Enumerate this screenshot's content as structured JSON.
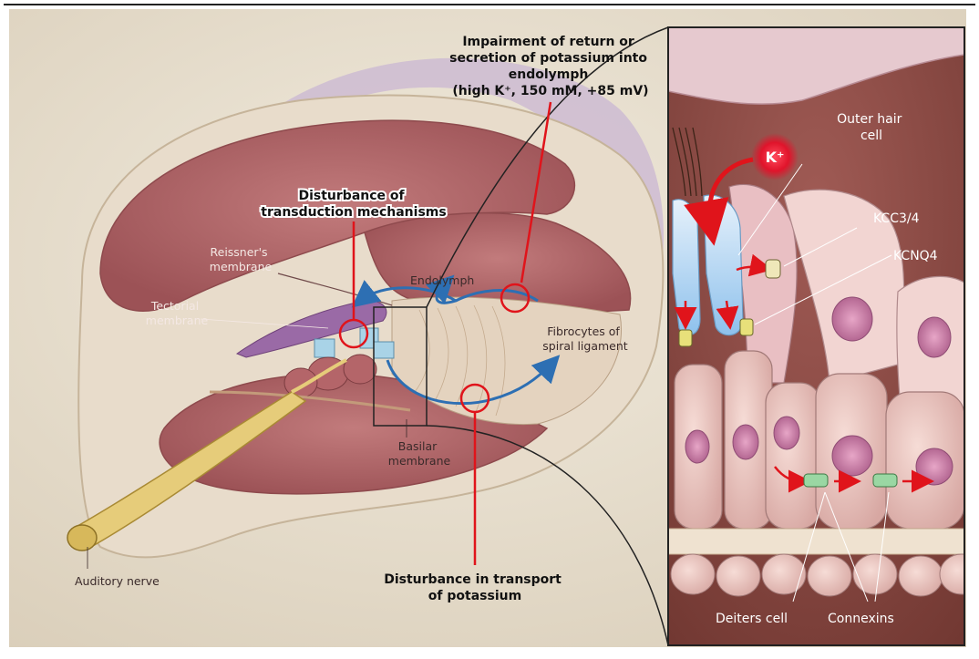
{
  "callouts": {
    "impairment": [
      "Impairment of return or",
      "secretion of potassium into",
      "endolymph",
      "(high K⁺, 150 mM, +85 mV)"
    ],
    "transduction": [
      "Disturbance of",
      "transduction mechanisms"
    ],
    "transport": [
      "Disturbance in transport",
      "of potassium"
    ]
  },
  "labels": {
    "reissner": [
      "Reissner's",
      "membrane"
    ],
    "tectorial": [
      "Tectorial",
      "membrane"
    ],
    "endolymph": "Endolymph",
    "fibrocytes": [
      "Fibrocytes of",
      "spiral ligament"
    ],
    "basilar": [
      "Basilar",
      "membrane"
    ],
    "auditory_nerve": "Auditory nerve"
  },
  "inset": {
    "outer_hair_cell": [
      "Outer hair",
      "cell"
    ],
    "k_ion": "K⁺",
    "kcc": "KCC3/4",
    "kcnq4": "KCNQ4",
    "deiters": "Deiters cell",
    "connexins": "Connexins"
  },
  "colors": {
    "background": "#ece4d5",
    "tissue_pink": "#b86b6f",
    "inset_bg": "#8a4a45",
    "callout_red": "#e0141b",
    "arrow_blue": "#2d6fb3"
  }
}
